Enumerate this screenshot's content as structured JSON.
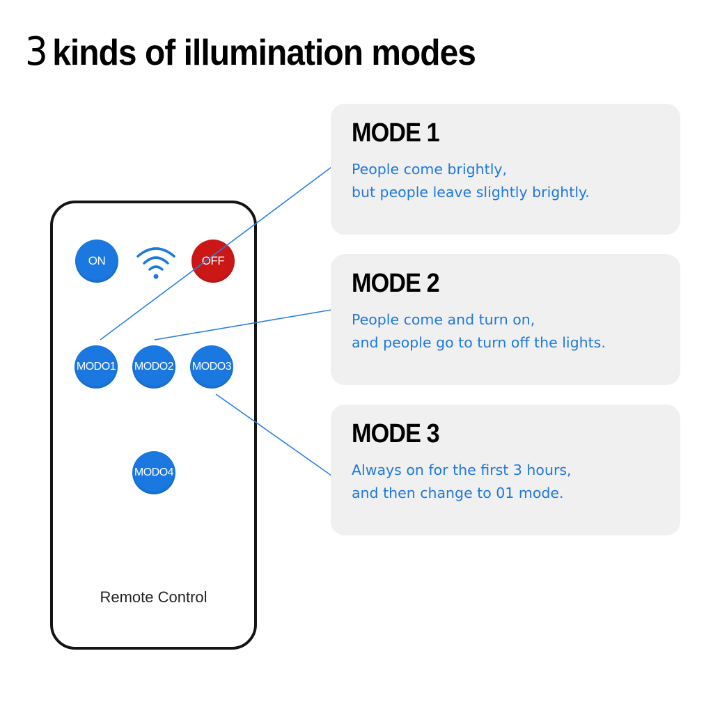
{
  "title": {
    "number": "3",
    "text": "kinds of illumination modes"
  },
  "remote": {
    "label": "Remote Control",
    "buttons": {
      "on": "ON",
      "off": "OFF",
      "modo1": "MODO1",
      "modo2": "MODO2",
      "modo3": "MODO3",
      "modo4": "MODO4"
    }
  },
  "modes": [
    {
      "title": "MODE 1",
      "line1": "People come brightly,",
      "line2": "but people leave slightly brightly."
    },
    {
      "title": "MODE 2",
      "line1": "People come and turn on,",
      "line2": "and people go to turn off the lights."
    },
    {
      "title": "MODE 3",
      "line1": "Always on for the first 3 hours,",
      "line2": "and then change to 01 mode."
    }
  ],
  "colors": {
    "button_blue": "#1a78e0",
    "button_red": "#cc1717",
    "description_blue": "#1f78dd",
    "card_background": "#f0f0f0"
  }
}
